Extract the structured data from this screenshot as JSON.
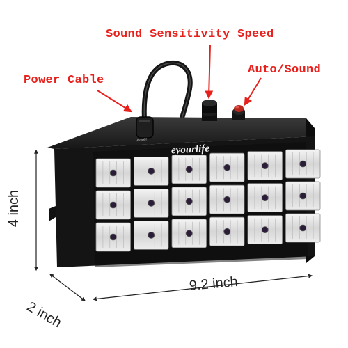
{
  "labels": {
    "sound_sensitivity": "Sound Sensitivity Speed",
    "auto_sound": "Auto/Sound",
    "power_cable": "Power Cable"
  },
  "dimensions": {
    "height": "4 inch",
    "depth": "2 inch",
    "width": "9.2 inch"
  },
  "device": {
    "brand": "eyourlife",
    "power_mark": "power",
    "led_rows": 3,
    "led_cols": 6
  },
  "colors": {
    "callout_text": "#e8201c",
    "arrow": "#e8201c",
    "device_body": "#141414",
    "button_red": "#b8261d"
  }
}
